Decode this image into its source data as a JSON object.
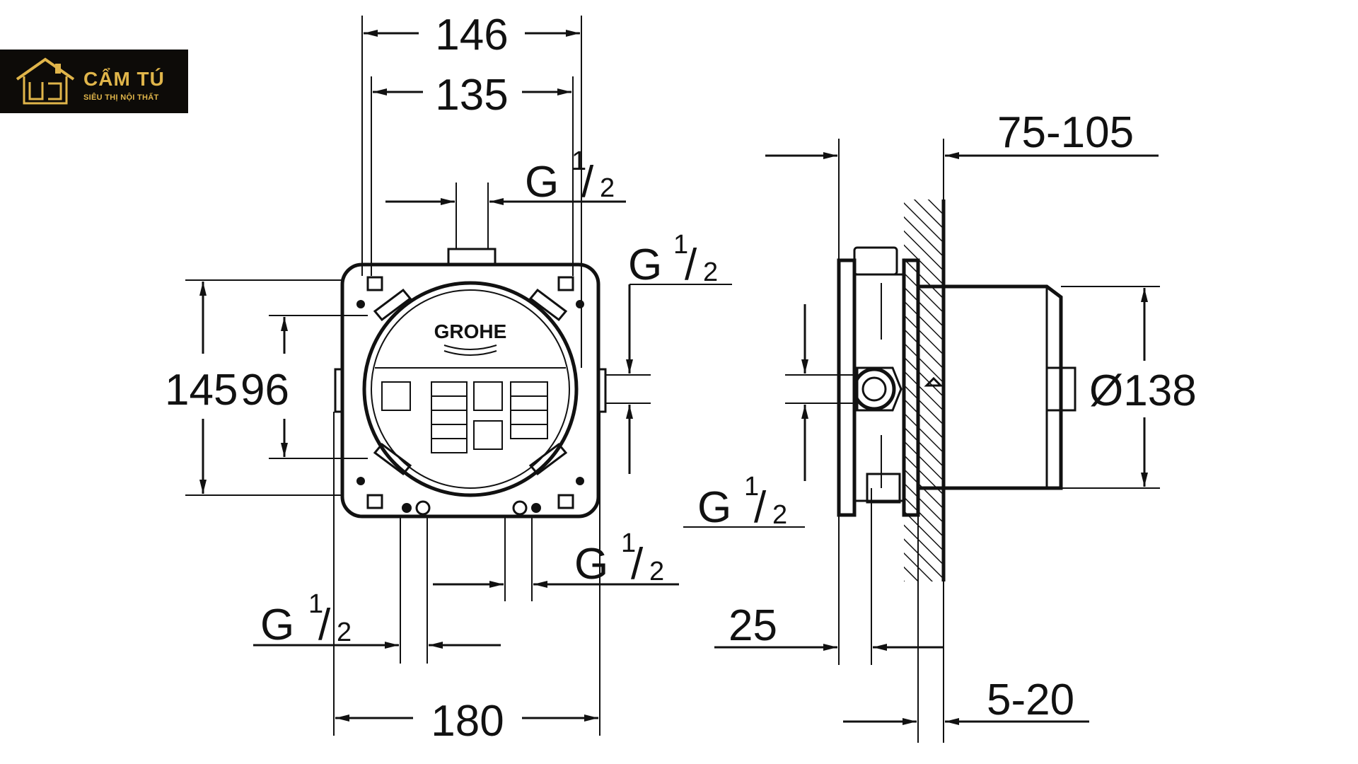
{
  "logo": {
    "name": "CẨM TÚ",
    "tagline": "SIÊU THỊ NỘI THẤT",
    "colors": {
      "background": "#0d0b08",
      "gold": "#e0b54a"
    }
  },
  "brand_mark": "GROHE",
  "dimensions": {
    "front": {
      "width_outer": "146",
      "width_inner": "135",
      "width_base": "180",
      "height_outer": "145",
      "height_inner": "96"
    },
    "side": {
      "wall_depth": "75-105",
      "diameter": "Ø138",
      "offset": "25",
      "tile": "5-20"
    }
  },
  "connectors": {
    "top": {
      "g": "G",
      "num": "1",
      "den": "2"
    },
    "right": {
      "g": "G",
      "num": "1",
      "den": "2"
    },
    "bottom_right": {
      "g": "G",
      "num": "1",
      "den": "2"
    },
    "bottom_left": {
      "g": "G",
      "num": "1",
      "den": "2"
    },
    "side": {
      "g": "G",
      "num": "1",
      "den": "2"
    }
  },
  "colors": {
    "line": "#111111",
    "background": "#ffffff"
  }
}
